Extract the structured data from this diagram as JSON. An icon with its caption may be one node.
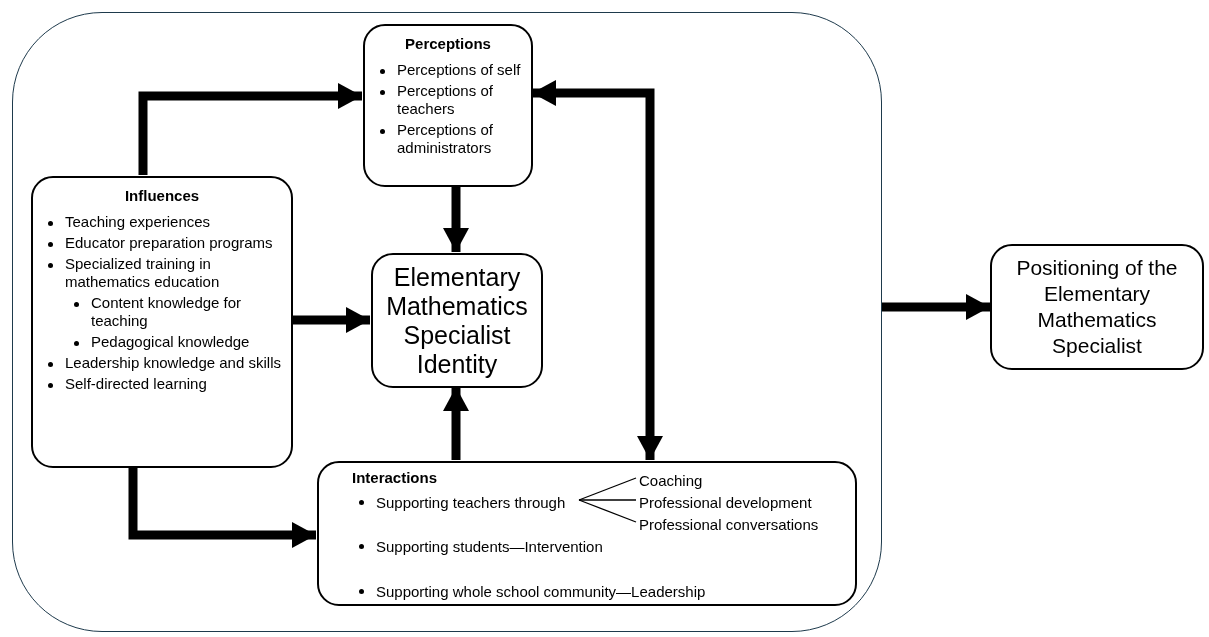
{
  "diagram": {
    "nodes": [
      {
        "text": [],
        "shape": "box"
      },
      {
        "text": [
          "Perceptions",
          "Perceptions of self",
          "Perceptions of teachers",
          "Perceptions of administrators"
        ],
        "in": 0
      },
      {
        "text": [
          "Influences",
          "Teaching experiences",
          "Educator preparation programs",
          "Specialized training in mathematics education",
          "Content knowledge for teaching",
          "Pedagogical knowledge",
          "Leadership knowledge and skills",
          "Self-directed learning"
        ],
        "in": 0
      },
      {
        "text": [
          "Elementary Mathematics Specialist Identity"
        ],
        "in": 0
      },
      {
        "text": [
          "Interactions"
        ],
        "in": 0
      },
      {
        "text": [
          "Supporting teachers through"
        ],
        "in": 4
      },
      {
        "text": [
          "Coaching"
        ],
        "in": 4
      },
      {
        "text": [
          "Professional development"
        ],
        "in": 4
      },
      {
        "text": [
          "Professional conversations"
        ],
        "in": 4
      },
      {
        "text": [
          "Supporting students—Intervention"
        ],
        "in": 4
      },
      {
        "text": [
          "Supporting whole school community—Leadership"
        ],
        "in": 4
      },
      {
        "text": [
          "Positioning of the Elementary Mathematics Specialist"
        ]
      }
    ],
    "edges": [
      {
        "from": 2,
        "to": 1,
        "arrow": "to"
      },
      {
        "from": 1,
        "to": 3,
        "arrow": "to"
      },
      {
        "from": 2,
        "to": 3,
        "arrow": "to"
      },
      {
        "from": 4,
        "to": 3,
        "arrow": "to"
      },
      {
        "from": 2,
        "to": 4,
        "arrow": "to"
      },
      {
        "from": 1,
        "to": 4,
        "arrow": "both"
      },
      {
        "from": 0,
        "to": 11,
        "arrow": "to"
      },
      {
        "from": 5,
        "to": 6,
        "arrow": "none"
      },
      {
        "from": 5,
        "to": 7,
        "arrow": "none"
      },
      {
        "from": 5,
        "to": 8,
        "arrow": "none"
      }
    ]
  }
}
